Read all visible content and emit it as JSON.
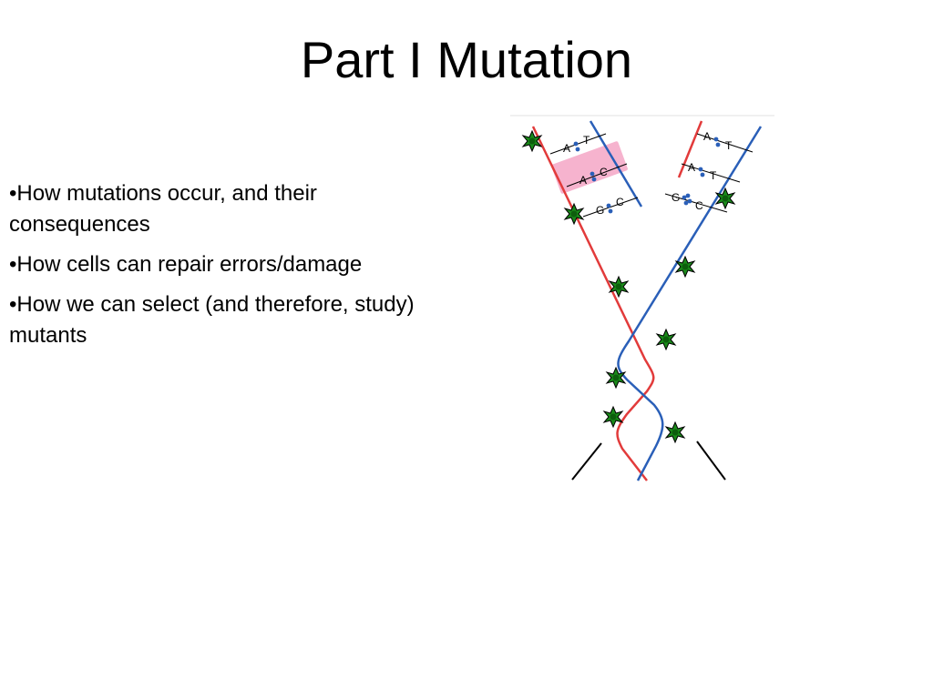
{
  "slide": {
    "title": "Part I Mutation",
    "bullets": [
      "•How mutations occur, and their consequences",
      "•How cells can repair errors/damage",
      "•How we can select (and therefore, study) mutants"
    ]
  },
  "figure": {
    "colors": {
      "strand_red": "#e23b3b",
      "strand_blue": "#2a5fb8",
      "mismatch_highlight": "#f4a6c6",
      "lesion_star": "#1a8a1a"
    },
    "left_arm_pairs": [
      {
        "a": "A",
        "b": "T"
      },
      {
        "a": "A",
        "b": "C"
      },
      {
        "a": "G",
        "b": "C"
      }
    ],
    "right_arm_pairs": [
      {
        "a": "A",
        "b": "T"
      },
      {
        "a": "A",
        "b": "T"
      },
      {
        "a": "G",
        "b": "C"
      }
    ]
  }
}
